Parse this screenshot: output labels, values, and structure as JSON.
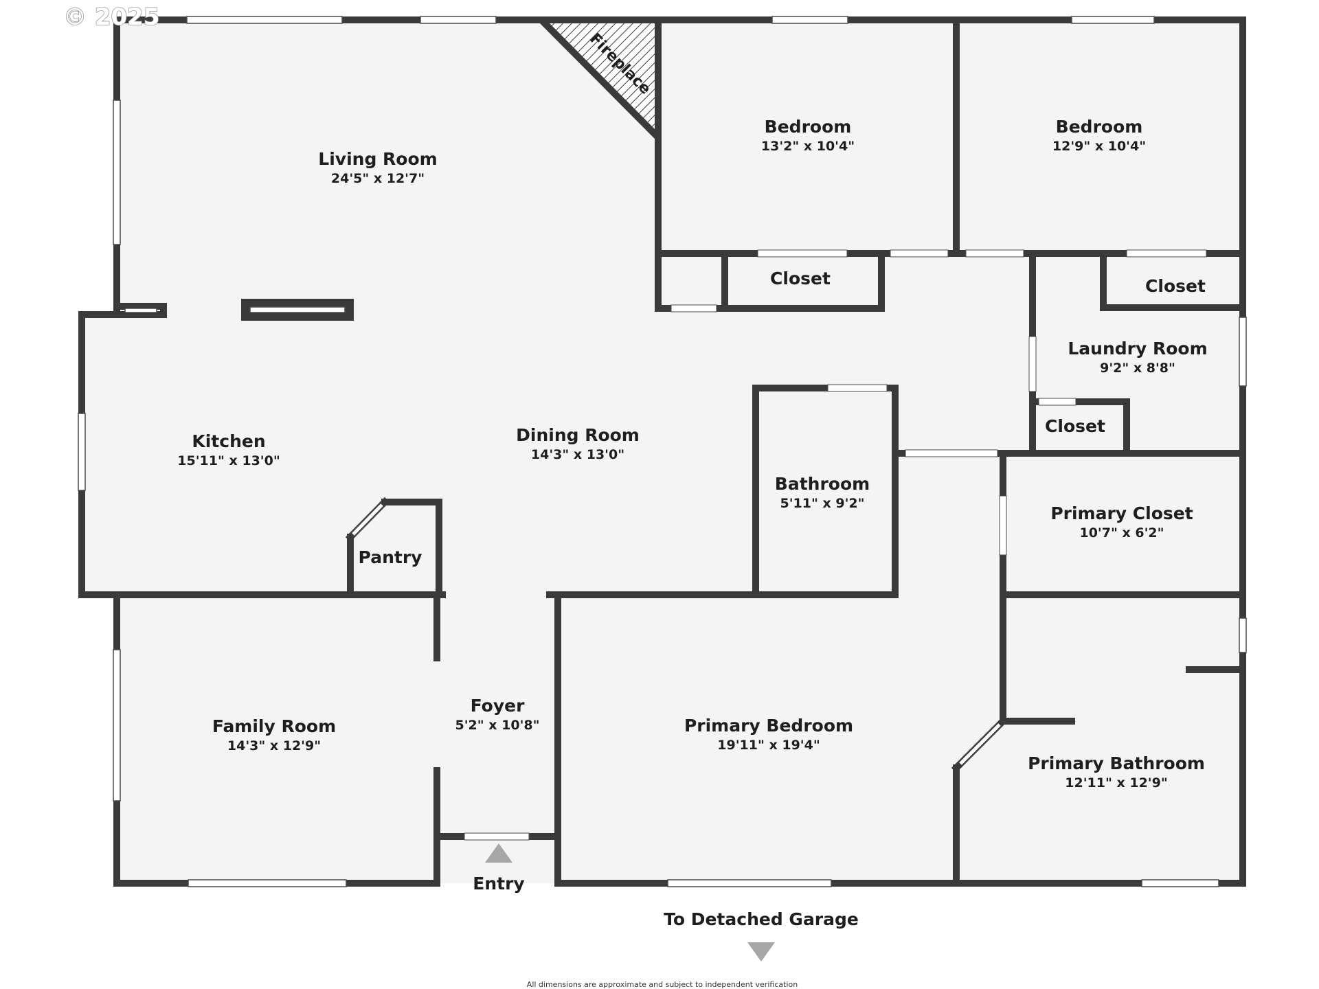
{
  "watermark": "© 2025",
  "fireplace_label": "Fireplace",
  "rooms": {
    "living_room": {
      "name": "Living Room",
      "dims": "24'5\" x 12'7\""
    },
    "bedroom_1": {
      "name": "Bedroom",
      "dims": "13'2\" x 10'4\""
    },
    "bedroom_2": {
      "name": "Bedroom",
      "dims": "12'9\" x 10'4\""
    },
    "closet_1": {
      "name": "Closet"
    },
    "closet_2": {
      "name": "Closet"
    },
    "closet_3": {
      "name": "Closet"
    },
    "laundry_room": {
      "name": "Laundry Room",
      "dims": "9'2\" x 8'8\""
    },
    "kitchen": {
      "name": "Kitchen",
      "dims": "15'11\" x 13'0\""
    },
    "dining_room": {
      "name": "Dining Room",
      "dims": "14'3\" x 13'0\""
    },
    "bathroom": {
      "name": "Bathroom",
      "dims": "5'11\" x 9'2\""
    },
    "primary_closet": {
      "name": "Primary Closet",
      "dims": "10'7\" x 6'2\""
    },
    "pantry": {
      "name": "Pantry"
    },
    "foyer": {
      "name": "Foyer",
      "dims": "5'2\" x 10'8\""
    },
    "family_room": {
      "name": "Family Room",
      "dims": "14'3\" x 12'9\""
    },
    "primary_bedroom": {
      "name": "Primary Bedroom",
      "dims": "19'11\" x 19'4\""
    },
    "primary_bathroom": {
      "name": "Primary Bathroom",
      "dims": "12'11\" x 12'9\""
    }
  },
  "entry_label": "Entry",
  "garage_label": "To Detached Garage",
  "disclaimer": "All dimensions are approximate and subject to independent verification",
  "colors": {
    "wall": "#3a3a3a",
    "floor": "#f4f4f4",
    "background": "#ffffff",
    "arrow": "#a6a6a6"
  }
}
